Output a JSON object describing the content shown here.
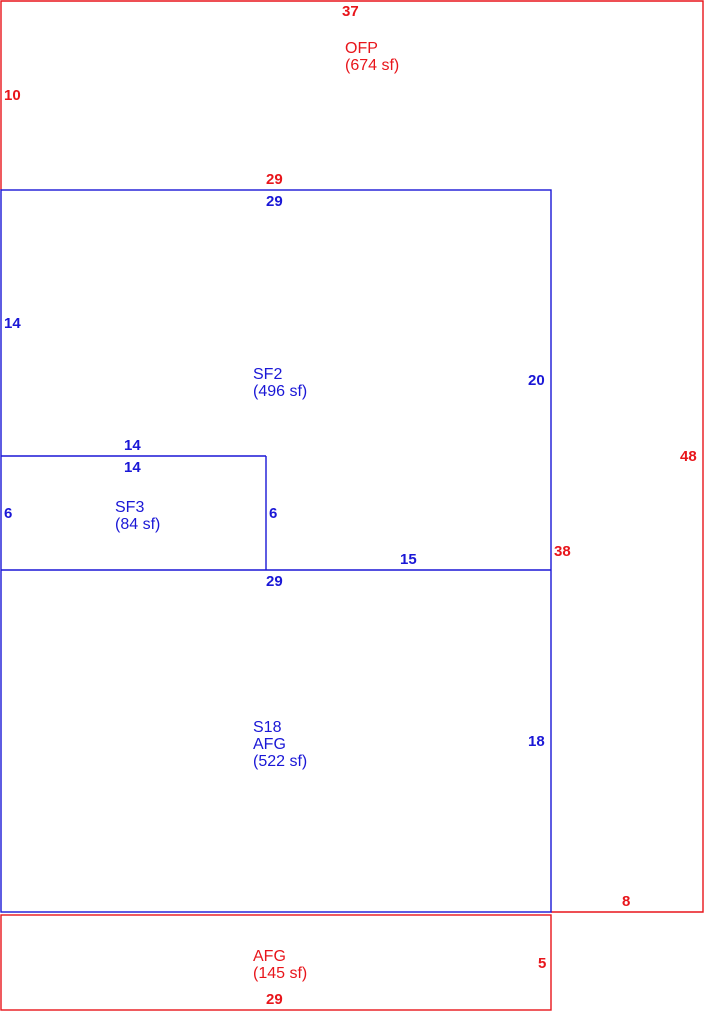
{
  "colors": {
    "red": "#e8151b",
    "blue": "#1a17d6",
    "background": "#ffffff"
  },
  "areas": {
    "ofp": {
      "name": "OFP",
      "area": "(674 sf)"
    },
    "sf2": {
      "name": "SF2",
      "area": "(496 sf)"
    },
    "sf3": {
      "name": "SF3",
      "area": "(84 sf)"
    },
    "s18": {
      "name": "S18",
      "type": "AFG",
      "area": "(522 sf)"
    },
    "afg": {
      "name": "AFG",
      "area": "(145 sf)"
    }
  },
  "dimensions": {
    "ofp_top": "37",
    "ofp_left": "10",
    "ofp_inner_top": "29",
    "ofp_right": "48",
    "ofp_inner_right": "38",
    "ofp_bottom_right": "8",
    "sf2_top": "29",
    "sf2_left": "14",
    "sf2_right": "20",
    "sf2_bottom": "15",
    "sf3_top_outer": "14",
    "sf3_top": "14",
    "sf3_left": "6",
    "sf3_right": "6",
    "s18_top": "29",
    "s18_right": "18",
    "afg_right": "5",
    "afg_bottom": "29"
  }
}
